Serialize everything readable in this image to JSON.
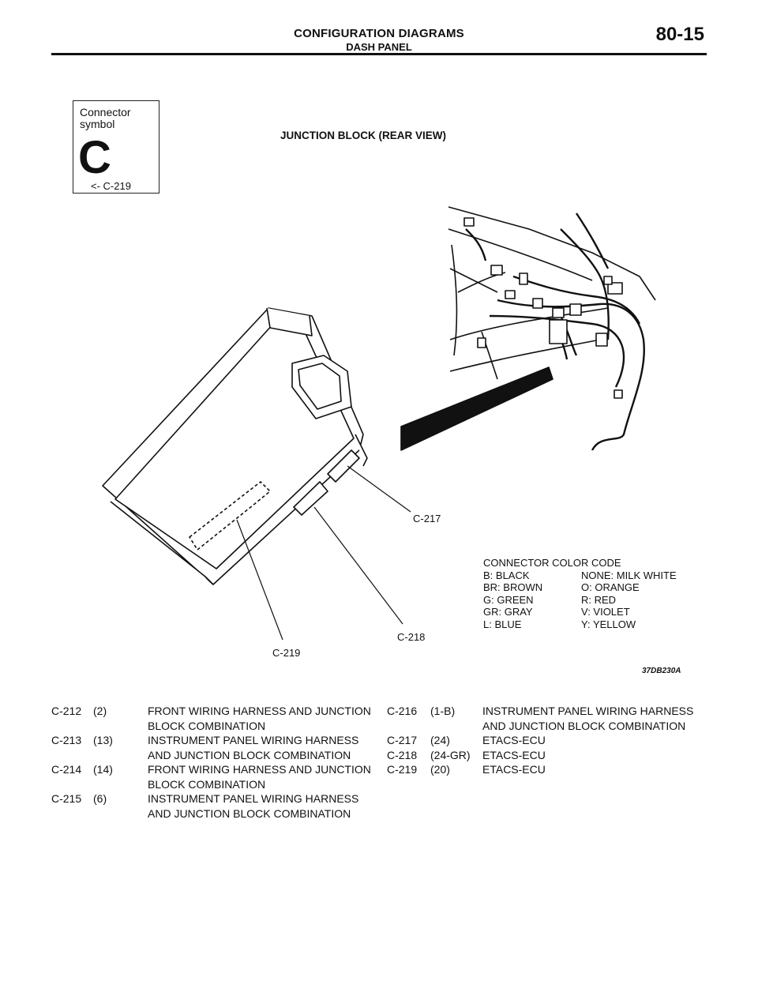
{
  "header": {
    "title": "CONFIGURATION DIAGRAMS",
    "subtitle": "DASH PANEL",
    "page_number": "80-15"
  },
  "connector_symbol": {
    "label": "Connector symbol",
    "letter": "C",
    "reference": "<-  C-219"
  },
  "diagram": {
    "title": "JUNCTION BLOCK (REAR VIEW)",
    "callouts": [
      "C-217",
      "C-218",
      "C-219"
    ],
    "figure_id": "37DB230A"
  },
  "color_code": {
    "title": "CONNECTOR COLOR CODE",
    "rows": [
      [
        "B: BLACK",
        "NONE: MILK WHITE"
      ],
      [
        "BR: BROWN",
        "O: ORANGE"
      ],
      [
        "G: GREEN",
        "R: RED"
      ],
      [
        "GR: GRAY",
        "V: VIOLET"
      ],
      [
        "L: BLUE",
        "Y: YELLOW"
      ]
    ]
  },
  "legend_left": [
    {
      "code": "C-212",
      "pins": "(2)",
      "desc": "FRONT WIRING HARNESS AND JUNCTION BLOCK COMBINATION"
    },
    {
      "code": "C-213",
      "pins": "(13)",
      "desc": "INSTRUMENT PANEL WIRING HARNESS AND JUNCTION BLOCK COMBINATION"
    },
    {
      "code": "C-214",
      "pins": "(14)",
      "desc": "FRONT WIRING HARNESS AND JUNCTION BLOCK COMBINATION"
    },
    {
      "code": "C-215",
      "pins": "(6)",
      "desc": "INSTRUMENT PANEL WIRING HARNESS AND JUNCTION BLOCK COMBINATION"
    }
  ],
  "legend_right": [
    {
      "code": "C-216",
      "pins": "(1-B)",
      "desc": "INSTRUMENT PANEL WIRING HARNESS AND JUNCTION BLOCK COMBINATION"
    },
    {
      "code": "C-217",
      "pins": "(24)",
      "desc": "ETACS-ECU"
    },
    {
      "code": "C-218",
      "pins": "(24-GR)",
      "desc": "ETACS-ECU"
    },
    {
      "code": "C-219",
      "pins": "(20)",
      "desc": "ETACS-ECU"
    }
  ]
}
